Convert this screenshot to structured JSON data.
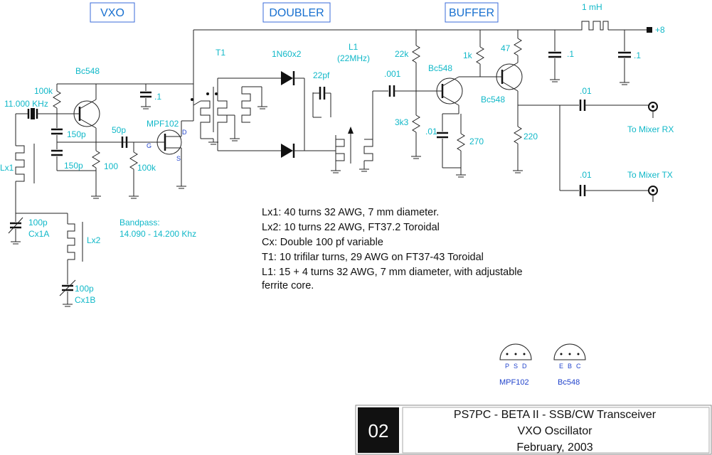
{
  "sections": {
    "vxo": "VXO",
    "doubler": "DOUBLER",
    "buffer": "BUFFER"
  },
  "components": {
    "q1": "Bc548",
    "q2": "Bc548",
    "q3": "Bc548",
    "fet": "MPF102",
    "t1": "T1",
    "diodes": "1N60x2",
    "l1_name": "L1",
    "l1_freq": "(22MHz)",
    "crystal": "11.000 KHz",
    "lx1": "Lx1",
    "lx2": "Lx2",
    "cx1a_val": "100p",
    "cx1a": "Cx1A",
    "cx1b_val": "100p",
    "cx1b": "Cx1B",
    "r100k_a": "100k",
    "c150p_a": "150p",
    "c150p_b": "150p",
    "r100": "100",
    "c50p": "50p",
    "r100k_b": "100k",
    "c_1_a": ".1",
    "c22pf": "22pf",
    "c_001": ".001",
    "r22k": "22k",
    "r3k3": "3k3",
    "c_01_a": ".01",
    "r270": "270",
    "r1k": "1k",
    "r47": "47",
    "r220": "220",
    "l_1mh": "1 mH",
    "c_1_b": ".1",
    "c_1_c": ".1",
    "c_01_rx": ".01",
    "c_01_tx": ".01",
    "plus8": "+8",
    "mixer_rx": "To Mixer RX",
    "mixer_tx": "To Mixer TX",
    "fet_g": "G",
    "fet_d": "D",
    "fet_s": "S",
    "bandpass_title": "Bandpass:",
    "bandpass_range": "14.090 - 14.200 Khz"
  },
  "notes": [
    "Lx1: 40 turns 32 AWG,  7 mm diameter.",
    "Lx2: 10 turns 22 AWG,  FT37.2 Toroidal",
    "Cx:  Double 100 pf variable",
    "T1:   10 trifilar turns, 29 AWG on FT37-43 Toroidal",
    "L1:   15 + 4 turns 32 AWG, 7 mm diameter,  with adjustable",
    "         ferrite core."
  ],
  "pinouts": {
    "mpf102": {
      "pins": [
        "P",
        "S",
        "D"
      ],
      "label": "MPF102"
    },
    "bc548": {
      "pins": [
        "E",
        "B",
        "C"
      ],
      "label": "Bc548"
    }
  },
  "title_block": {
    "number": "02",
    "line1": "PS7PC  -  BETA II - SSB/CW Transceiver",
    "line2": "VXO Oscillator",
    "line3": "February, 2003"
  },
  "colors": {
    "label": "#10b8c8",
    "section": "#1870d0",
    "pin": "#2244cc",
    "title_bg": "#111111"
  }
}
